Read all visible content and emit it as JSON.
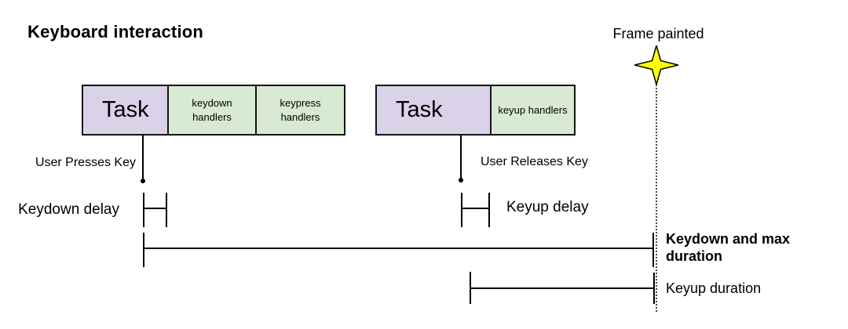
{
  "title": "Keyboard interaction",
  "frame": {
    "label": "Frame painted"
  },
  "colors": {
    "task_fill": "#d9d2e9",
    "handler_fill": "#d9ead3",
    "star_fill": "#ffff00",
    "line": "#000000",
    "background": "#ffffff"
  },
  "blocks": {
    "keydown": {
      "task": "Task",
      "handlers": [
        "keydown handlers",
        "keypress handlers"
      ]
    },
    "keyup": {
      "task": "Task",
      "handlers": [
        "keyup handlers"
      ]
    }
  },
  "events": {
    "press": "User Presses Key",
    "release": "User Releases Key"
  },
  "metrics": {
    "keydown_delay": "Keydown delay",
    "keyup_delay": "Keyup delay",
    "keydown_duration": "Keydown and max duration",
    "keyup_duration": "Keyup duration"
  }
}
